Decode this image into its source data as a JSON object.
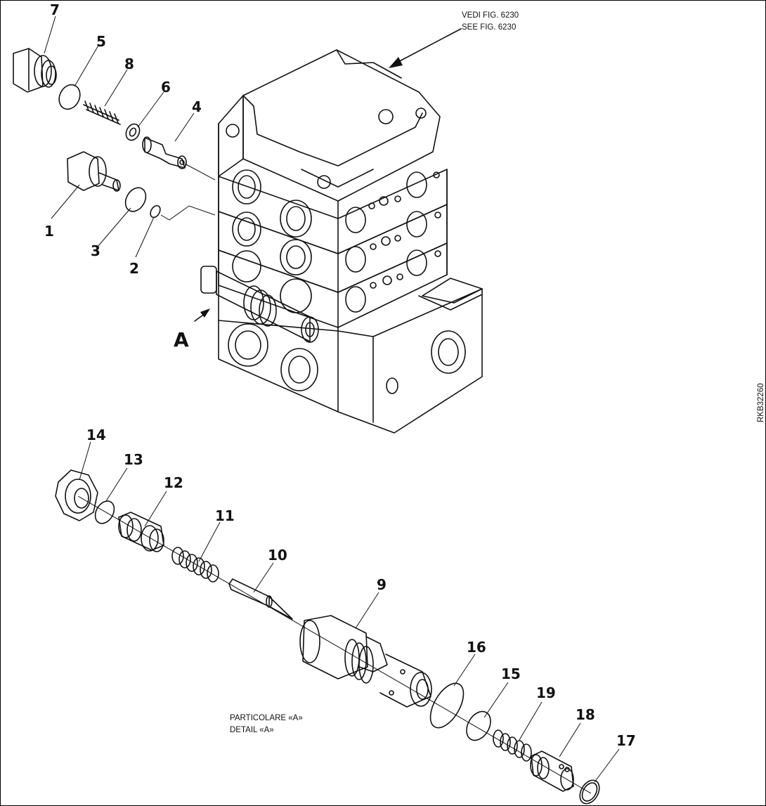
{
  "references": {
    "line1": "VEDI FIG. 6230",
    "line2": "SEE FIG. 6230"
  },
  "detail_caption": {
    "line1": "PARTICOLARE «A»",
    "line2": "DETAIL «A»"
  },
  "detail_marker": "A",
  "drawing_code": "RKB32260",
  "part_numbers": {
    "p1": "1",
    "p2": "2",
    "p3": "3",
    "p4": "4",
    "p5": "5",
    "p6": "6",
    "p7": "7",
    "p8": "8",
    "p9": "9",
    "p10": "10",
    "p11": "11",
    "p12": "12",
    "p13": "13",
    "p14": "14",
    "p15": "15",
    "p16": "16",
    "p17": "17",
    "p18": "18",
    "p19": "19"
  }
}
